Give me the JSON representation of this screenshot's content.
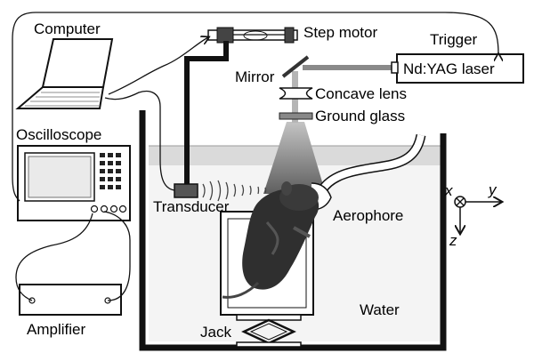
{
  "labels": {
    "computer": "Computer",
    "step_motor": "Step motor",
    "trigger": "Trigger",
    "laser": "Nd:YAG laser",
    "mirror": "Mirror",
    "concave_lens": "Concave lens",
    "ground_glass": "Ground glass",
    "oscilloscope": "Oscilloscope",
    "transducer": "Transducer",
    "aerophore": "Aerophore",
    "amplifier": "Amplifier",
    "water": "Water",
    "jack": "Jack"
  },
  "axes": {
    "x": "x",
    "y": "y",
    "z": "z"
  },
  "colors": {
    "line": "#111111",
    "water_surface": "#d6d6d6",
    "beam_light": "#c8c8c8",
    "beam_dark": "#6f6f6f",
    "laser_beam": "#8c8c8c"
  }
}
